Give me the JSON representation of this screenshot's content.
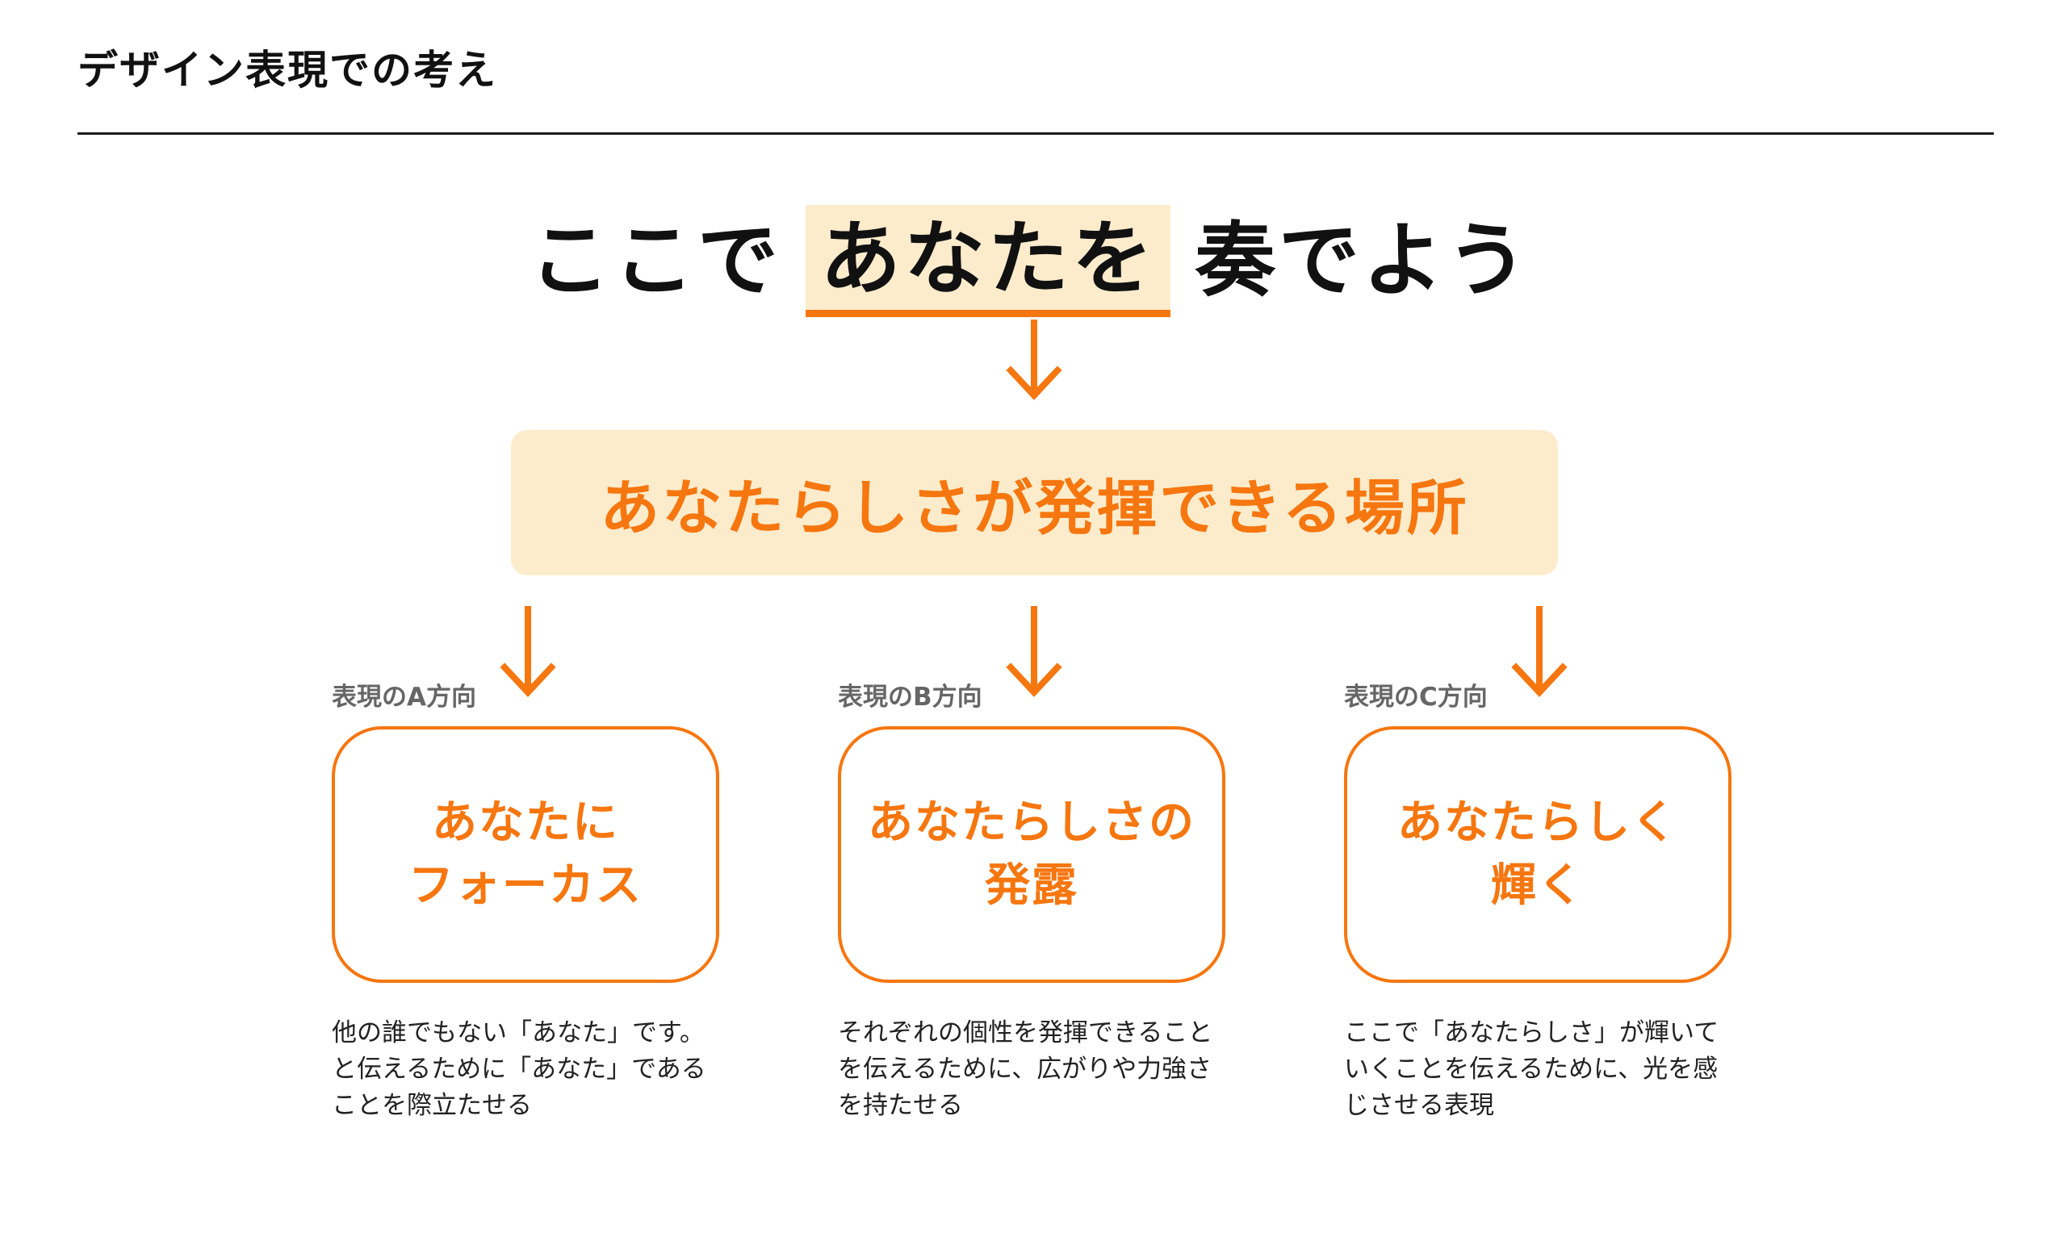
{
  "section_title": "デザイン表現での考え",
  "headline": {
    "before": "ここで",
    "highlight": "あなたを",
    "after": "奏でよう"
  },
  "center_box": "あなたらしさが発揮できる場所",
  "directions": [
    {
      "label": "表現のA方向",
      "title_lines": [
        "あなたに",
        "フォーカス"
      ],
      "description_lines": [
        "他の誰でもない「あなた」です。",
        "と伝えるために「あなた」である",
        "ことを際立たせる"
      ]
    },
    {
      "label": "表現のB方向",
      "title_lines": [
        "あなたらしさの",
        "発露"
      ],
      "description_lines": [
        "それぞれの個性を発揮できること",
        "を伝えるために、広がりや力強さ",
        "を持たせる"
      ]
    },
    {
      "label": "表現のC方向",
      "title_lines": [
        "あなたらしく",
        "輝く"
      ],
      "description_lines": [
        "ここで「あなたらしさ」が輝いて",
        "いくことを伝えるために、光を感",
        "じさせる表現"
      ]
    }
  ],
  "colors": {
    "accent": "#f6760f",
    "highlight_bg": "#fdeccc",
    "text": "#111111",
    "label": "#666666"
  },
  "icons": [
    "arrow-down-icon"
  ]
}
